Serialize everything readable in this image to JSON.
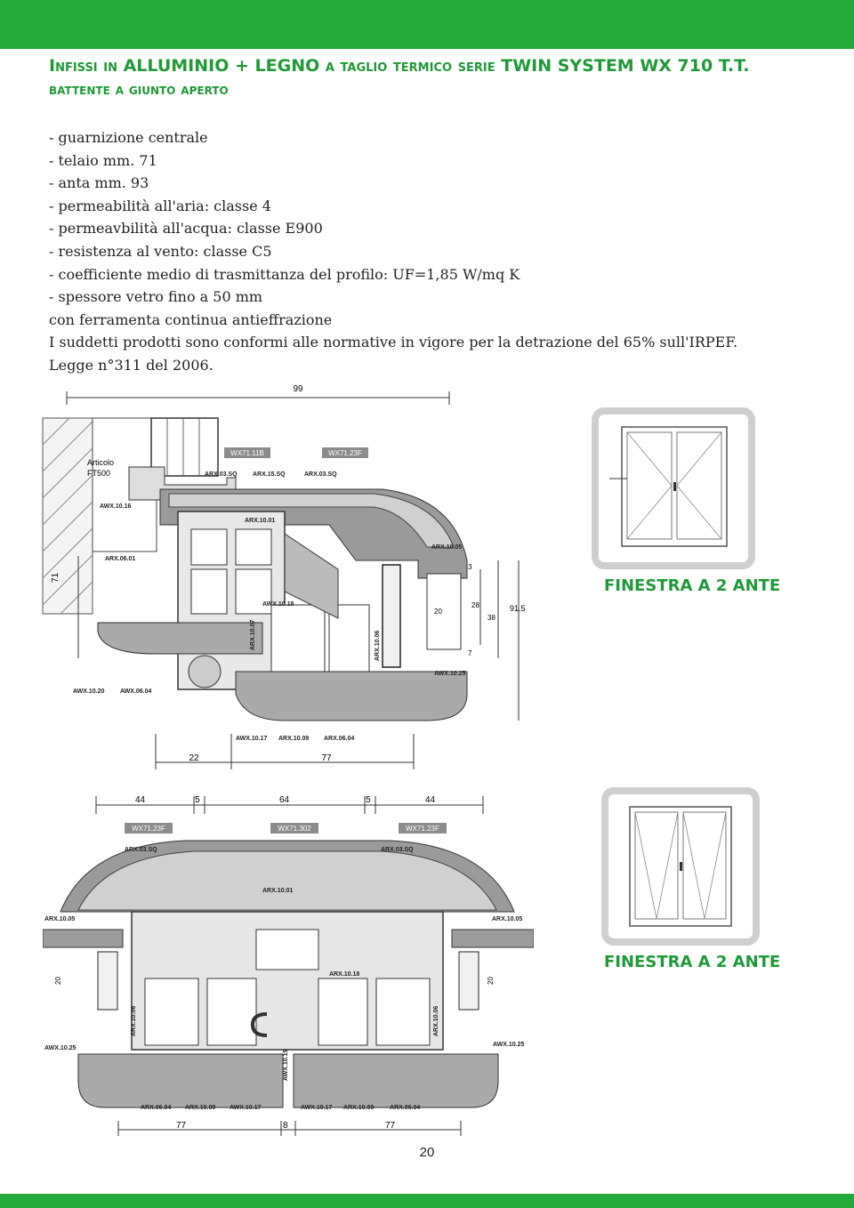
{
  "header": {
    "title_line1": "Infissi in ALLUMINIO + LEGNO a taglio termico serie TWIN SYSTEM WX 710 T.T.",
    "title_line2": "battente a giunto aperto"
  },
  "specs": [
    "- guarnizione centrale",
    "- telaio mm. 71",
    "- anta mm. 93",
    "- permeabilità all'aria: classe 4",
    "- permeavbilità all'acqua: classe E900",
    "- resistenza al vento: classe C5",
    "- coefficiente medio di trasmittanza del profilo: UF=1,85 W/mq K",
    "- spessore vetro fino a 50 mm",
    "con ferramenta continua antieffrazione",
    "I suddetti prodotti sono conformi alle normative in vigore per la detrazione del 65% sull'IRPEF.",
    "Legge n°311 del 2006."
  ],
  "drawing1": {
    "dim_top": "99",
    "article_label": "Articolo",
    "article_code": "FT500",
    "codes_top": [
      "WX71.11B",
      "WX71.23F"
    ],
    "labels": [
      "ARX.03.SQ",
      "ARX.15.SQ",
      "ARX.03.SQ",
      "AWX.10.16",
      "ARX.10.01",
      "ARX.06.01",
      "ARX.10.05",
      "AWX.10.18",
      "ARX.10.07",
      "ARX.10.06",
      "AWX.10.25",
      "AWX.10.20",
      "AWX.06.04",
      "AWX.10.17",
      "ARX.10.09",
      "ARX.06.04"
    ],
    "dims": [
      "71",
      "3",
      "20",
      "28",
      "38",
      "91.5",
      "7",
      "22",
      "77"
    ]
  },
  "drawing2": {
    "dims_top": [
      "44",
      "5",
      "64",
      "5",
      "44"
    ],
    "codes_top": [
      "WX71.23F",
      "WX71.302",
      "WX71.23F"
    ],
    "labels": [
      "ARX.03.SQ",
      "ARX.03.SQ",
      "ARX.10.01",
      "ARX.10.05",
      "ARX.10.05",
      "ARX.10.18",
      "ARX.10.06",
      "ARX.10.06",
      "AWX.10.25",
      "AWX.10.25",
      "AWX.10.19",
      "ARX.06.04",
      "ARX.10.09",
      "AWX.10.17",
      "AWX.10.17",
      "ARX.10.09",
      "ARX.06.04"
    ],
    "dims": [
      "20",
      "20",
      "77",
      "8",
      "77"
    ]
  },
  "windows": [
    {
      "caption": "FINESTRA A 2 ANTE"
    },
    {
      "caption": "FINESTRA A 2 ANTE"
    }
  ],
  "page_number": "20",
  "colors": {
    "brand_green": "#23a93a",
    "title_green": "#1f9a37"
  }
}
